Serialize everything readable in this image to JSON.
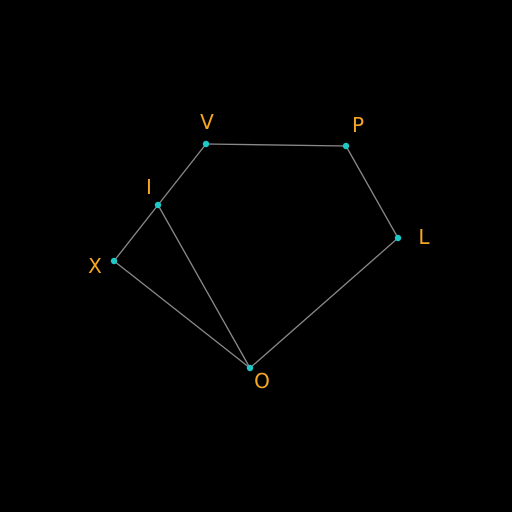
{
  "diagram": {
    "points": [
      {
        "id": "V",
        "label": "V"
      },
      {
        "id": "P",
        "label": "P"
      },
      {
        "id": "L",
        "label": "L"
      },
      {
        "id": "O",
        "label": "O"
      },
      {
        "id": "X",
        "label": "X"
      },
      {
        "id": "I",
        "label": "I"
      }
    ],
    "edges": [
      [
        "I",
        "V"
      ],
      [
        "V",
        "P"
      ],
      [
        "P",
        "L"
      ],
      [
        "L",
        "O"
      ],
      [
        "O",
        "X"
      ],
      [
        "X",
        "I"
      ],
      [
        "I",
        "O"
      ]
    ],
    "colors": {
      "background": "#000000",
      "edge": "#8a8a8a",
      "point": "#1ec8c8",
      "label": "#f5a623"
    }
  }
}
